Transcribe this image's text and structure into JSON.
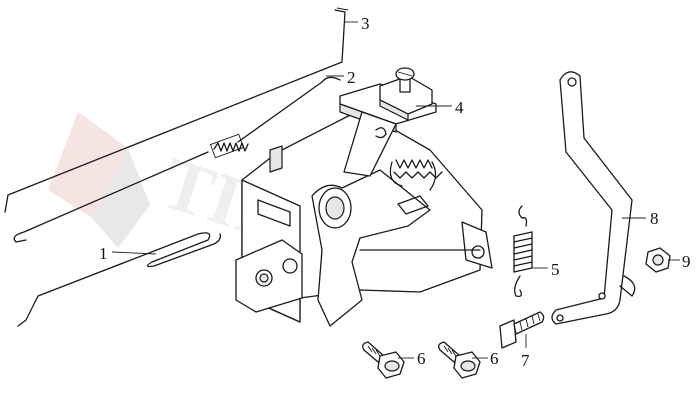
{
  "diagram": {
    "watermark_text": "TIEAL",
    "callouts": [
      "1",
      "2",
      "3",
      "4",
      "5",
      "6",
      "6",
      "7",
      "8",
      "9"
    ]
  }
}
